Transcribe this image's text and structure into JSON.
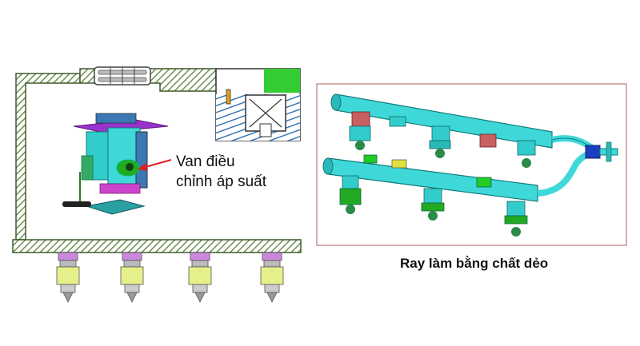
{
  "left_diagram": {
    "label_line1": "Van điều",
    "label_line2": "chỉnh áp suất"
  },
  "right_diagram": {
    "caption": "Ray làm bằng chất dẻo"
  },
  "colors": {
    "hatch": "#6f8f4f",
    "green_block": "#33cc33",
    "steel_blue": "#3c78b4",
    "cyan_part": "#33cccc",
    "rail_cyan": "#3fd8d8",
    "frame_border": "#b87a7a",
    "arrow_red": "#e02020"
  }
}
